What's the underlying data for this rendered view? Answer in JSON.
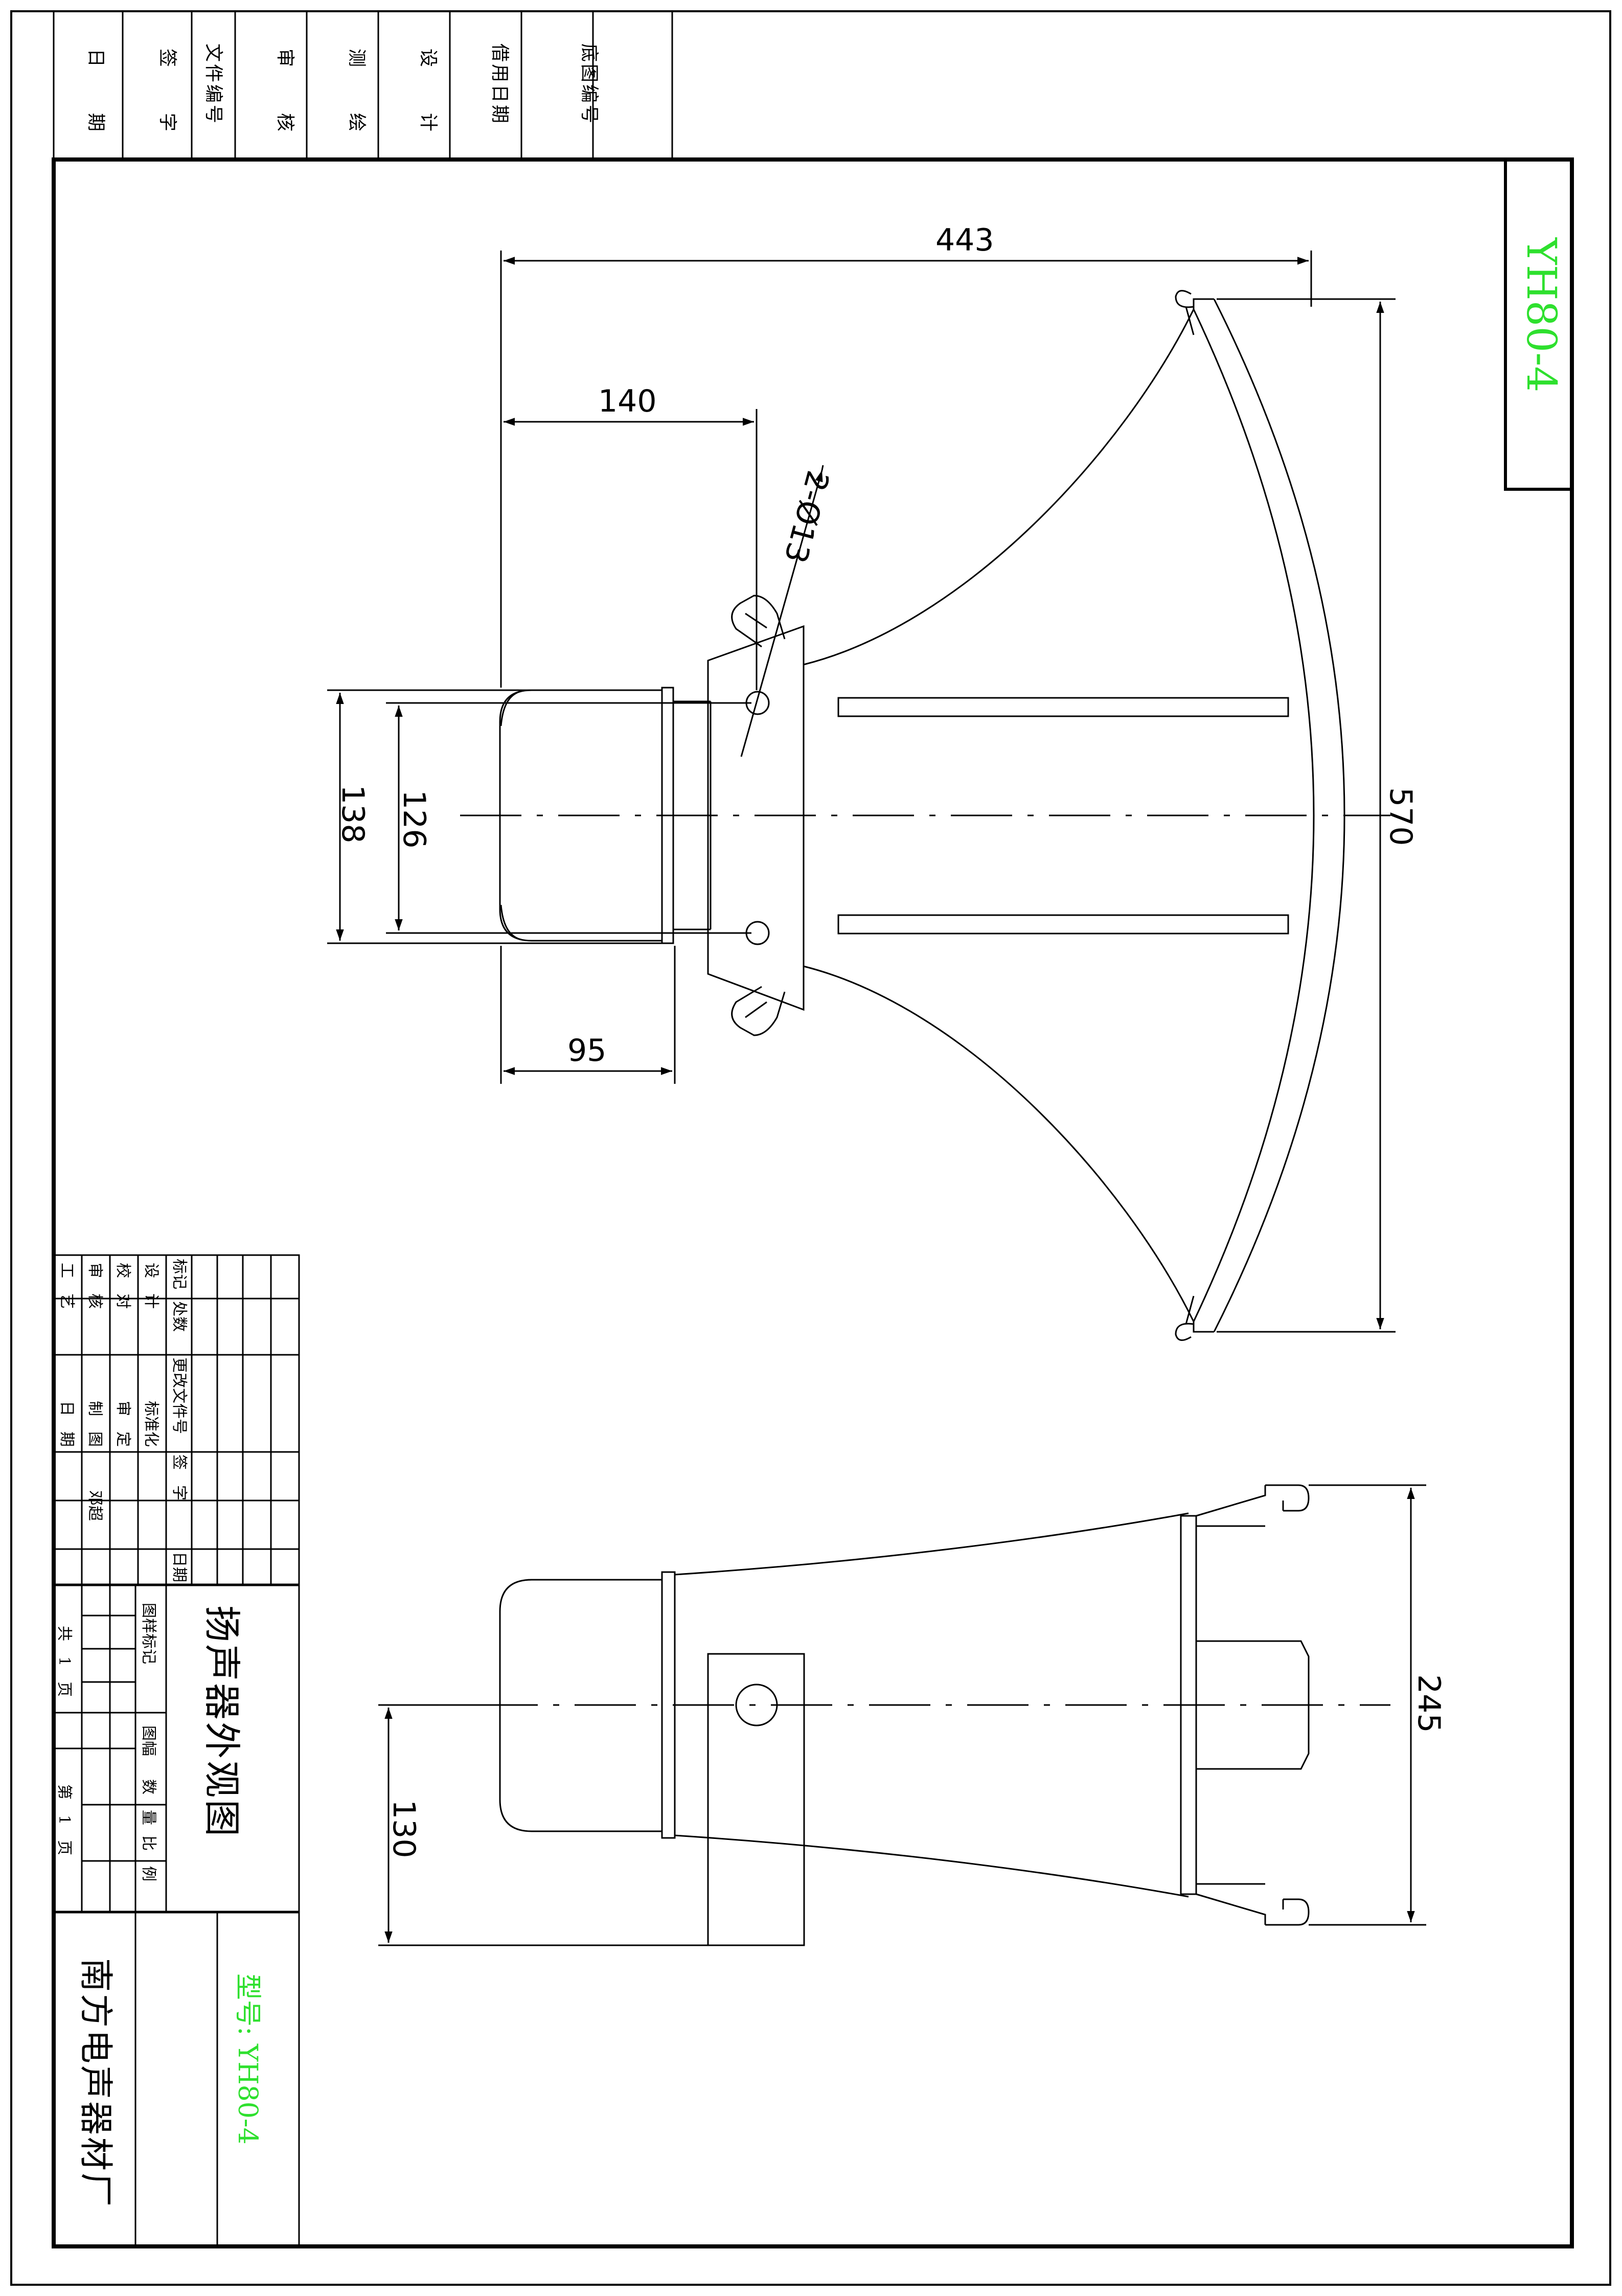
{
  "model_tag": "YH80-4",
  "top_strip": {
    "cells": [
      "日　　期",
      "签　　字",
      "文件编号",
      "审　　核",
      "测　　绘",
      "设　　计",
      "借用日期",
      "底图编号"
    ]
  },
  "dimensions": {
    "width_443": "443",
    "width_140": "140",
    "hole_note": "2-Ø13",
    "height_138": "138",
    "height_126": "126",
    "height_570": "570",
    "width_95": "95",
    "height_245": "245",
    "height_130": "130"
  },
  "title_block": {
    "rev_header": [
      "标记",
      "处数",
      "更改文件号",
      "签　字",
      "日期"
    ],
    "left_rows": [
      "设　计",
      "校　对",
      "审　核",
      "工　艺"
    ],
    "mid_rows": [
      "标准化",
      "审　定",
      "制　图",
      "日　期"
    ],
    "author": "邓超",
    "drawing_title": "扬声器外观图",
    "mark_label": "图样标记",
    "sheet_size_label": "图幅",
    "quantity_label": "数　量",
    "scale_label": "比　例",
    "total_pages": "共　1　页",
    "page_no": "第　1　页",
    "model_line": "型号: YH80-4",
    "company": "南方电声器材厂"
  },
  "colors": {
    "line": "#000000",
    "highlight": "#2ee02e"
  }
}
